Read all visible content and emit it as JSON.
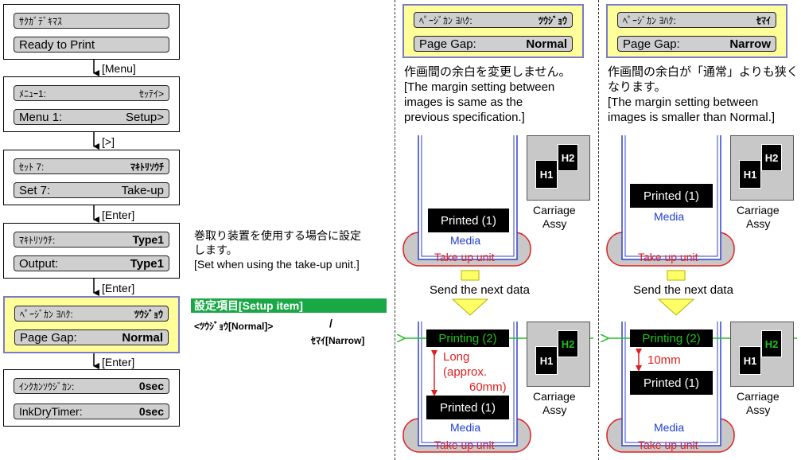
{
  "flow": {
    "panel1": {
      "line1_left": "ｻｸｶﾞﾃﾞｷﾏｽ",
      "line1_right": "",
      "line2_left": "Ready to Print",
      "line2_right": ""
    },
    "step1": "[Menu]",
    "panel2": {
      "line1_left": "ﾒﾆｭｰ1:",
      "line1_right": "ｾｯﾃｲ>",
      "line2_left": "Menu 1:",
      "line2_right": "Setup>"
    },
    "step2": "[>]",
    "panel3": {
      "line1_left": "ｾｯﾄ 7:",
      "line1_right": "ﾏｷﾄﾘｿｳﾁ",
      "line2_left": "Set 7:",
      "line2_right": "Take-up"
    },
    "step3": "[Enter]",
    "panel4": {
      "line1_left": "ﾏｷﾄﾘｿｳﾁ:",
      "line1_right": "Type1",
      "line2_left": "Output:",
      "line2_right": "Type1"
    },
    "step4": "[Enter]",
    "panel5": {
      "line1_left": "ﾍﾟｰｼﾞｶﾝ ﾖﾊｸ:",
      "line1_right": "ﾂｳｼﾞｮｳ",
      "line2_left": "Page Gap:",
      "line2_right": "Normal"
    },
    "step5": "[Enter]",
    "panel6": {
      "line1_left": "ｲﾝｸｶﾝｿｳｼﾞｶﾝ:",
      "line1_right": "0sec",
      "line2_left": "InkDryTimer:",
      "line2_right": "0sec"
    }
  },
  "takeup_note": {
    "line1": "巻取り装置を使用する場合に設定",
    "line2": "します。",
    "line3": "[Set when using the take-up unit.]"
  },
  "setup_item": {
    "header": "設定項目[Setup item]",
    "option1": "<ﾂｳｼﾞｮｳ[Normal]>",
    "separator": "/",
    "option2": "ｾﾏｲ[Narrow]"
  },
  "normal": {
    "panel": {
      "line1_left": "ﾍﾟｰｼﾞｶﾝ ﾖﾊｸ:",
      "line1_right": "ﾂｳｼﾞｮｳ",
      "line2_left": "Page Gap:",
      "line2_right": "Normal"
    },
    "desc": {
      "line1": "作画間の余白を変更しません。",
      "line2": "[The margin setting between",
      "line3": "images is same as the",
      "line4": "previous specification.]"
    },
    "top": {
      "printed": "Printed (1)",
      "media": "Media",
      "takeup": "Take up unit"
    },
    "send": "Send the next data",
    "bottom": {
      "printing": "Printing (2)",
      "gap_line1": "Long",
      "gap_line2": "(approx.",
      "gap_line3": "60mm)",
      "printed": "Printed (1)",
      "media": "Media",
      "takeup": "Take up unit"
    }
  },
  "narrow": {
    "panel": {
      "line1_left": "ﾍﾟｰｼﾞｶﾝ ﾖﾊｸ:",
      "line1_right": "ｾﾏｲ",
      "line2_left": "Page Gap:",
      "line2_right": "Narrow"
    },
    "desc": {
      "line1": "作画間の余白が「通常」よりも狭く",
      "line2": "なります。",
      "line3": "[The margin setting between",
      "line4": "images is smaller than Normal.]"
    },
    "top": {
      "printed": "Printed (1)",
      "media": "Media",
      "takeup": "Take up unit"
    },
    "send": "Send the next data",
    "bottom": {
      "printing": "Printing (2)",
      "gap": "10mm",
      "printed": "Printed (1)",
      "media": "Media",
      "takeup": "Take up unit"
    }
  },
  "carriage": {
    "h1": "H1",
    "h2": "H2",
    "label_line1": "Carriage",
    "label_line2": "Assy"
  },
  "colors": {
    "panel_yellow": "#ffff99",
    "lcd_gray": "#cfcfcf",
    "setup_green": "#1aa847",
    "takeup_red": "#e02020",
    "media_blue": "#1f3fd0",
    "printing_green": "#20c020"
  }
}
